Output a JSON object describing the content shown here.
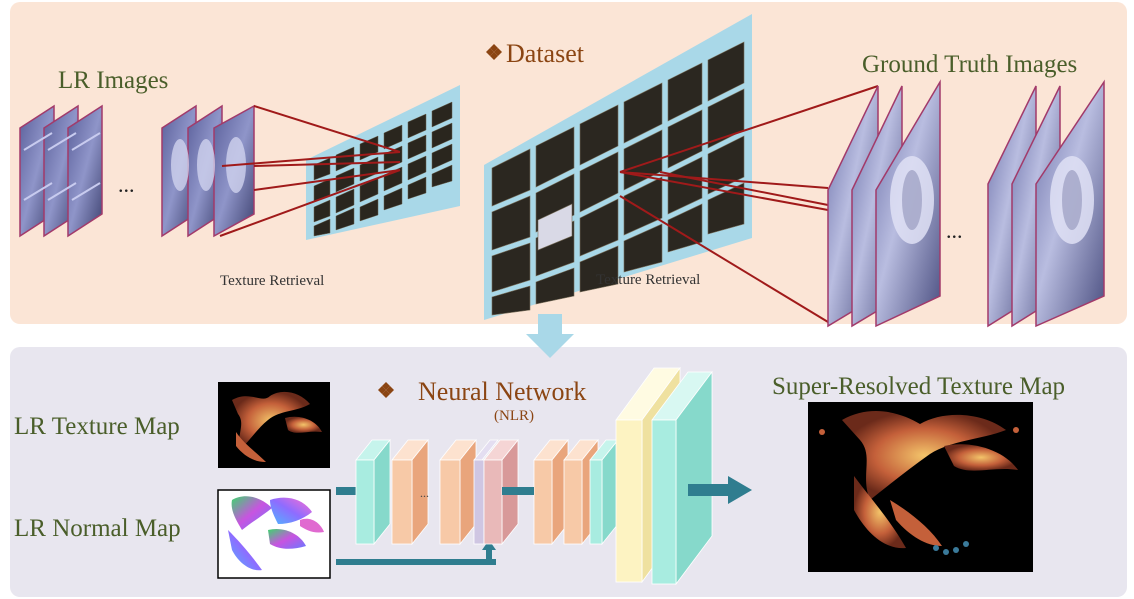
{
  "top_panel": {
    "lr_images_label": "LR Images",
    "dataset_label": "Dataset",
    "gt_images_label": "Ground Truth Images",
    "retrieval_left_label": "Texture Retrieval",
    "retrieval_right_label": "Texture Retrieval",
    "ellipsis_left": "...",
    "ellipsis_right": "..."
  },
  "bottom_panel": {
    "lr_texture_label": "LR Texture Map",
    "lr_normal_label": "LR Normal Map",
    "network_label": "Neural Network",
    "network_sub_label": "(NLR)",
    "inner_ellipsis": "...",
    "output_label": "Super-Resolved Texture Map"
  },
  "colors": {
    "top_panel_bg": "#fbe5d6",
    "bottom_panel_bg": "#e8e6ef",
    "label_green": "#4a5e2a",
    "label_brown": "#8b4513",
    "grid_frame": "#a9d8e8",
    "retrieval_line": "#a01a1a",
    "arrow_teal": "#2f7d8f",
    "down_arrow": "#a9d8e8",
    "layer_teal": "#a8ece0",
    "layer_orange": "#f7c9a7",
    "layer_purple": "#cfc6e2",
    "layer_pink": "#e9b9b9",
    "layer_yellow": "#fdf3c2"
  },
  "icons": {
    "bullet": "diamond-cluster-icon"
  }
}
